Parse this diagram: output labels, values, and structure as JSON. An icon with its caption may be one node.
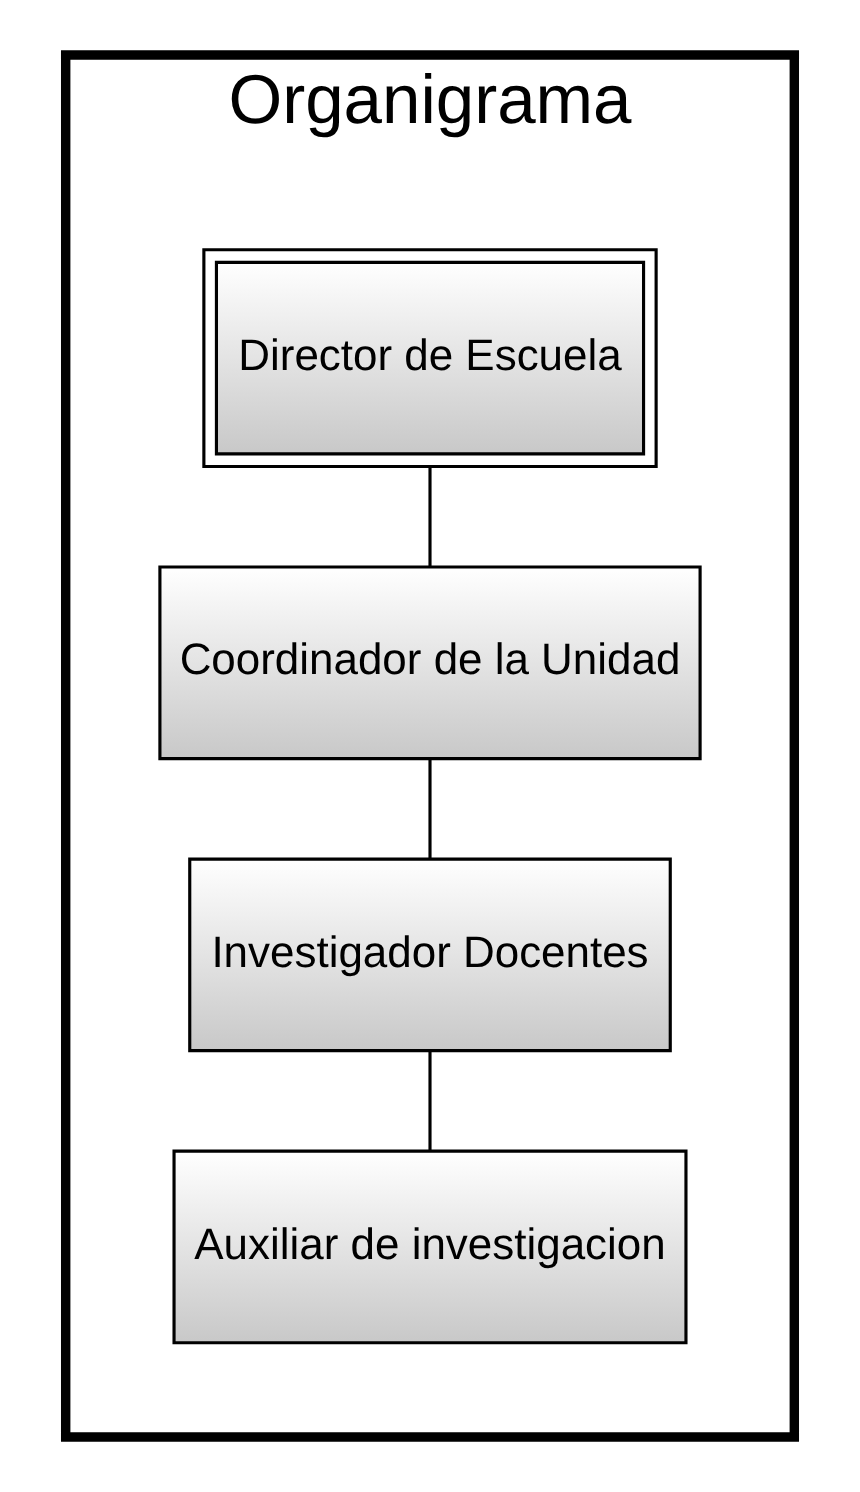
{
  "diagram": {
    "nodes": [
      {
        "text": [
          "Organigrama"
        ]
      },
      {
        "text": [
          "Director de Escuela"
        ],
        "in": 0
      },
      {
        "text": [
          "Coordinador de la Unidad"
        ],
        "in": 0
      },
      {
        "text": [
          "Investigador Docentes"
        ],
        "in": 0
      },
      {
        "text": [
          "Auxiliar de investigacion"
        ],
        "in": 0
      }
    ],
    "edges": [
      {
        "from": 1,
        "to": 2,
        "arrow": "none"
      },
      {
        "from": 2,
        "to": 3,
        "arrow": "none"
      },
      {
        "from": 3,
        "to": 4,
        "arrow": "none"
      }
    ]
  }
}
